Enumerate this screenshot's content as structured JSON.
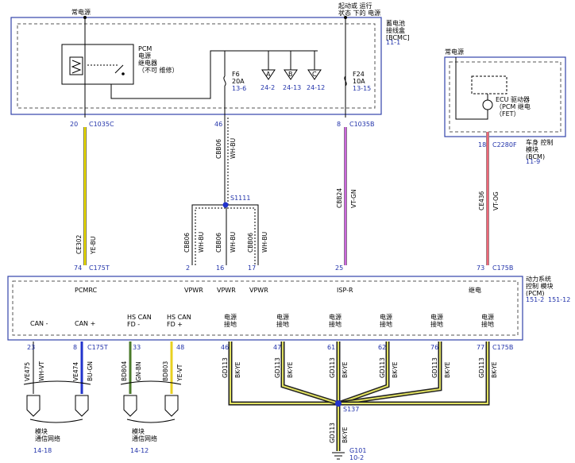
{
  "blocks": {
    "bcmc": {
      "name": "蓄电池\n接线盒\n[BCMC]",
      "ref": "11-1",
      "top_label_left": "常电源",
      "top_label_right": "起动或 运行\n状态 下的 电源"
    },
    "pcm_relay": {
      "name": "PCM\n电源\n继电器\n（不可 维修）"
    },
    "fuse_f6": {
      "name": "F6",
      "rating": "20A",
      "ref": "13-6"
    },
    "fuse_f24": {
      "name": "F24",
      "rating": "10A",
      "ref": "13-15"
    },
    "refs": [
      "24-2",
      "24-13",
      "24-12"
    ],
    "ref_letters": [
      "A",
      "B",
      "C"
    ],
    "bcm": {
      "name": "车身 控制\n模块\n(BCM)",
      "ref": "11-9",
      "top_label": "常电源",
      "ecu": "ECU 驱动器\n（PCM 继电\n（FET）"
    },
    "pcm": {
      "name": "动力系统\n控制 模块\n(PCM)",
      "ref1": "151-2",
      "ref2": "151-12"
    },
    "splice_s1111": "S1111",
    "splice_s137": "S137",
    "ground": {
      "name": "G101",
      "ref": "10-2"
    }
  },
  "connectors": {
    "c1035c": {
      "pin": "20",
      "name": "C1035C"
    },
    "c1035b_46": {
      "pin": "46"
    },
    "c1035b_8": {
      "pin": "8",
      "name": "C1035B"
    },
    "c2280f": {
      "pin": "18",
      "name": "C2280F"
    },
    "c175t": {
      "pin": "74",
      "name": "C175T"
    },
    "pcm_pins": [
      {
        "pin": "2",
        "signal": "VPWR"
      },
      {
        "pin": "16",
        "signal": "VPWR"
      },
      {
        "pin": "17",
        "signal": "VPWR"
      },
      {
        "pin": "25",
        "signal": "ISP-R"
      },
      {
        "pin": "73",
        "signal": "继电",
        "name": "C175B"
      }
    ],
    "pcmrc": "PCMRC",
    "can": [
      {
        "pin": "23",
        "signal": "CAN -",
        "circuit": "VE475",
        "color": "WH-VT"
      },
      {
        "pin": "8",
        "signal": "CAN +",
        "circuit": "VE474",
        "color": "BU-GN",
        "name": "C175T"
      },
      {
        "pin": "33",
        "signal": "HS CAN\nFD -",
        "circuit": "BD804",
        "color": "GN-BN"
      },
      {
        "pin": "48",
        "signal": "HS CAN\nFD +",
        "circuit": "BD803",
        "color": "YE-VT"
      }
    ],
    "can_refs": [
      {
        "label": "模块\n通信网络",
        "ref": "14-18"
      },
      {
        "label": "模块\n通信网络",
        "ref": "14-12"
      }
    ],
    "grounds": [
      {
        "pin": "46",
        "signal": "电源\n接地"
      },
      {
        "pin": "47",
        "signal": "电源\n接地"
      },
      {
        "pin": "61",
        "signal": "电源\n接地"
      },
      {
        "pin": "62",
        "signal": "电源\n接地"
      },
      {
        "pin": "76",
        "signal": "电源\n接地"
      },
      {
        "pin": "77",
        "signal": "电源\n接地",
        "name": "C175B"
      }
    ]
  },
  "wires": {
    "ce302": {
      "circuit": "CE302",
      "color": "YE-BU"
    },
    "cbb06_top": {
      "circuit": "CBB06",
      "color": "WH-BU"
    },
    "cbb06_a": {
      "circuit": "CBB06",
      "color": "WH-BU"
    },
    "cbb06_b": {
      "circuit": "CBB06",
      "color": "WH-BU"
    },
    "cbb06_c": {
      "circuit": "CBB06",
      "color": "WH-BU"
    },
    "cbb24": {
      "circuit": "CBB24",
      "color": "VT-GN"
    },
    "ce436": {
      "circuit": "CE436",
      "color": "VT-OG"
    },
    "gd113": {
      "circuit": "GD113",
      "color": "BK-YE"
    }
  }
}
